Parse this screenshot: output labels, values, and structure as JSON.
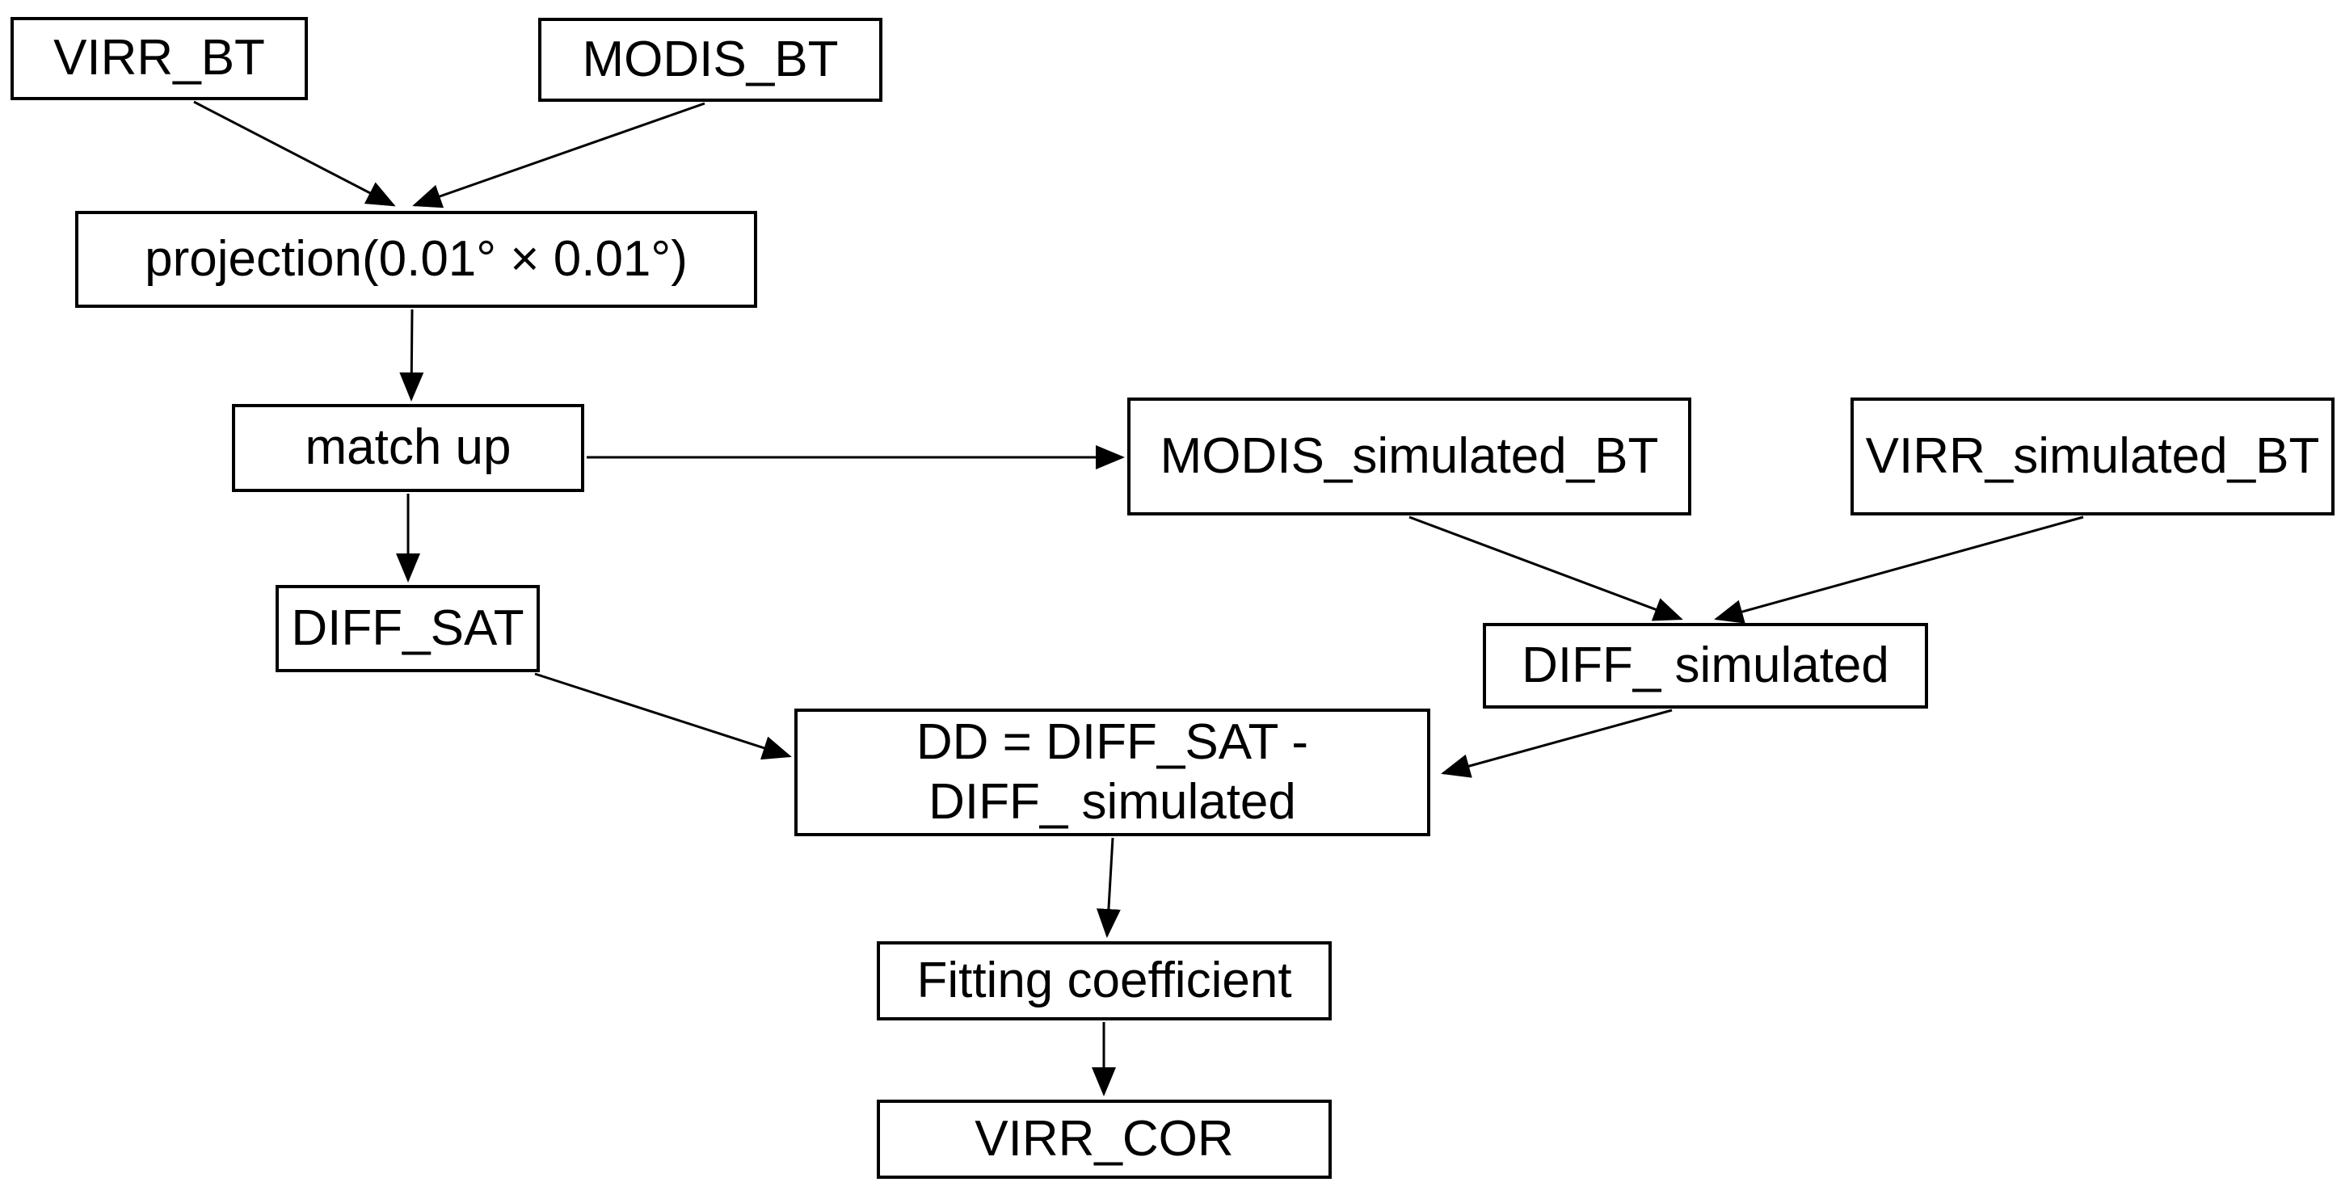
{
  "diagram": {
    "type": "flowchart",
    "background_color": "#ffffff",
    "box_border_color": "#000000",
    "text_color": "#000000",
    "arrow_color": "#000000",
    "nodes": {
      "virr_bt": {
        "label": "VIRR_BT"
      },
      "modis_bt": {
        "label": "MODIS_BT"
      },
      "projection": {
        "label": "projection(0.01° × 0.01°)"
      },
      "match_up": {
        "label": "match up"
      },
      "modis_simulated_bt": {
        "label": "MODIS_simulated_BT"
      },
      "virr_simulated_bt": {
        "label": "VIRR_simulated_BT"
      },
      "diff_sat": {
        "label": "DIFF_SAT"
      },
      "diff_simulated": {
        "label": "DIFF_ simulated"
      },
      "dd": {
        "lines": [
          "DD = DIFF_SAT -",
          "DIFF_ simulated"
        ]
      },
      "fitting_coefficient": {
        "label": "Fitting coefficient"
      },
      "virr_cor": {
        "label": "VIRR_COR"
      }
    },
    "edges": [
      {
        "from": "VIRR_BT",
        "to": "projection(0.01° × 0.01°)"
      },
      {
        "from": "MODIS_BT",
        "to": "projection(0.01° × 0.01°)"
      },
      {
        "from": "projection(0.01° × 0.01°)",
        "to": "match up"
      },
      {
        "from": "match up",
        "to": "MODIS_simulated_BT"
      },
      {
        "from": "match up",
        "to": "DIFF_SAT"
      },
      {
        "from": "MODIS_simulated_BT",
        "to": "DIFF_ simulated"
      },
      {
        "from": "VIRR_simulated_BT",
        "to": "DIFF_ simulated"
      },
      {
        "from": "DIFF_SAT",
        "to": "DD = DIFF_SAT - DIFF_ simulated"
      },
      {
        "from": "DIFF_ simulated",
        "to": "DD = DIFF_SAT - DIFF_ simulated"
      },
      {
        "from": "DD = DIFF_SAT - DIFF_ simulated",
        "to": "Fitting coefficient"
      },
      {
        "from": "Fitting coefficient",
        "to": "VIRR_COR"
      }
    ]
  }
}
